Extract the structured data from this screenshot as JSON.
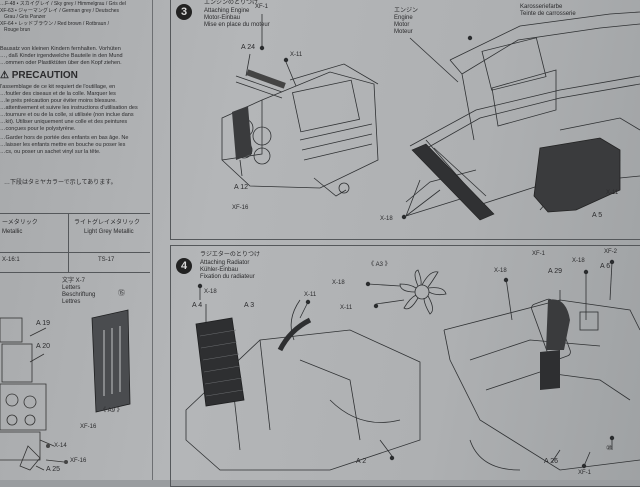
{
  "left_column": {
    "top_lines": [
      "…F-48 • スカイグレイ / Sky grey / Himmelgrau / Gris del",
      "XF-63 • ジャーマングレイ / German grey / Deutsches",
      "Grau / Gris Panzer",
      "XF-64 • レッドブラウン / Red brown / Rotbraun /",
      "Rouge brun"
    ],
    "german_lines": [
      "Bausatz von kleinen Kindern fernhalten. Vorhüten",
      "…, daß Kinder irgendwelche Bauteile in den Mund",
      "…ommen oder Plastiktüten über den Kopf ziehen."
    ],
    "precaution_title": "PRECAUTION",
    "french_lines": [
      "l'assemblage de ce kit requiert de l'outillage, en",
      "…foutler des ciseaux et de la colle. Marquer les",
      "…le prés précaution pour éviter moins blessure.",
      "…attentivement et suivre les instructions d'utilisation des",
      "…tournure et ou de la colle, si utilisée (non inclue dans",
      "…kit). Utiliser uniquement une colle et des peintures",
      "…conçues pour le polystyrène.",
      "…Garder hors de portée des enfants en bas âge. Ne",
      "…laisser les enfants mettre en bouche ou poser les",
      "…cs, ou poser un sachet vinyl sur la tête."
    ],
    "japanese_note": "…下段はタミヤカラーで示してあります。",
    "table": {
      "col1_header": "ーメタリック",
      "col1_sub": "Metallic",
      "col2_header": "ライトグレイメタリック",
      "col2_sub": "Light Grey Metallic",
      "col1_value": "X-16:1",
      "col2_value": "TS-17"
    },
    "labels": {
      "a19": "A 19",
      "a20": "A 20",
      "x14": "X-14",
      "xf16": "XF-16",
      "a25": "A 25"
    }
  },
  "step3": {
    "number": "3",
    "title_jp": "エンジンのとりつけ",
    "title_en": "Attaching Engine",
    "title_de": "Motor-Einbau",
    "title_fr": "Mise en place du moteur",
    "engine_jp": "エンジン",
    "engine_en": "Engine",
    "engine_de": "Motor",
    "engine_fr": "Moteur",
    "right_top_1": "Karosseriefarbe",
    "right_top_2": "Teinte de carrosserie",
    "labels": {
      "xf1": "XF-1",
      "a24": "A 24",
      "x11_top": "X-11",
      "a12": "A 12",
      "xf16": "XF-16",
      "x18": "X-18",
      "x11_right": "X-11",
      "a5": "A 5"
    }
  },
  "step4": {
    "number": "4",
    "title_jp": "ラジエターのとりつけ",
    "title_en": "Attaching Radiator",
    "title_de": "Kühler-Einbau",
    "title_fr": "Fixation du radiateur",
    "a3_callout": "《 A3 》",
    "letters_jp": "文字 X-7",
    "letters_en": "Letters",
    "letters_de": "Beschriftung",
    "letters_fr": "Lettres",
    "callout_15": "⑮",
    "a9_callout": "《 A9 》",
    "xf16": "XF-16",
    "labels": {
      "x18_a": "X-18",
      "a4": "A 4",
      "a3": "A 3",
      "x11_a": "X-11",
      "x18_b": "X-18",
      "x11_b": "X-11",
      "a2": "A 2",
      "xf1_top": "XF-1",
      "x18_c": "X-18",
      "a29": "A 29",
      "x18_d": "X-18",
      "xf2": "XF-2",
      "a6": "A 6",
      "a26": "A 26",
      "xf1_bottom": "XF-1",
      "callout_10": "⑩"
    }
  }
}
